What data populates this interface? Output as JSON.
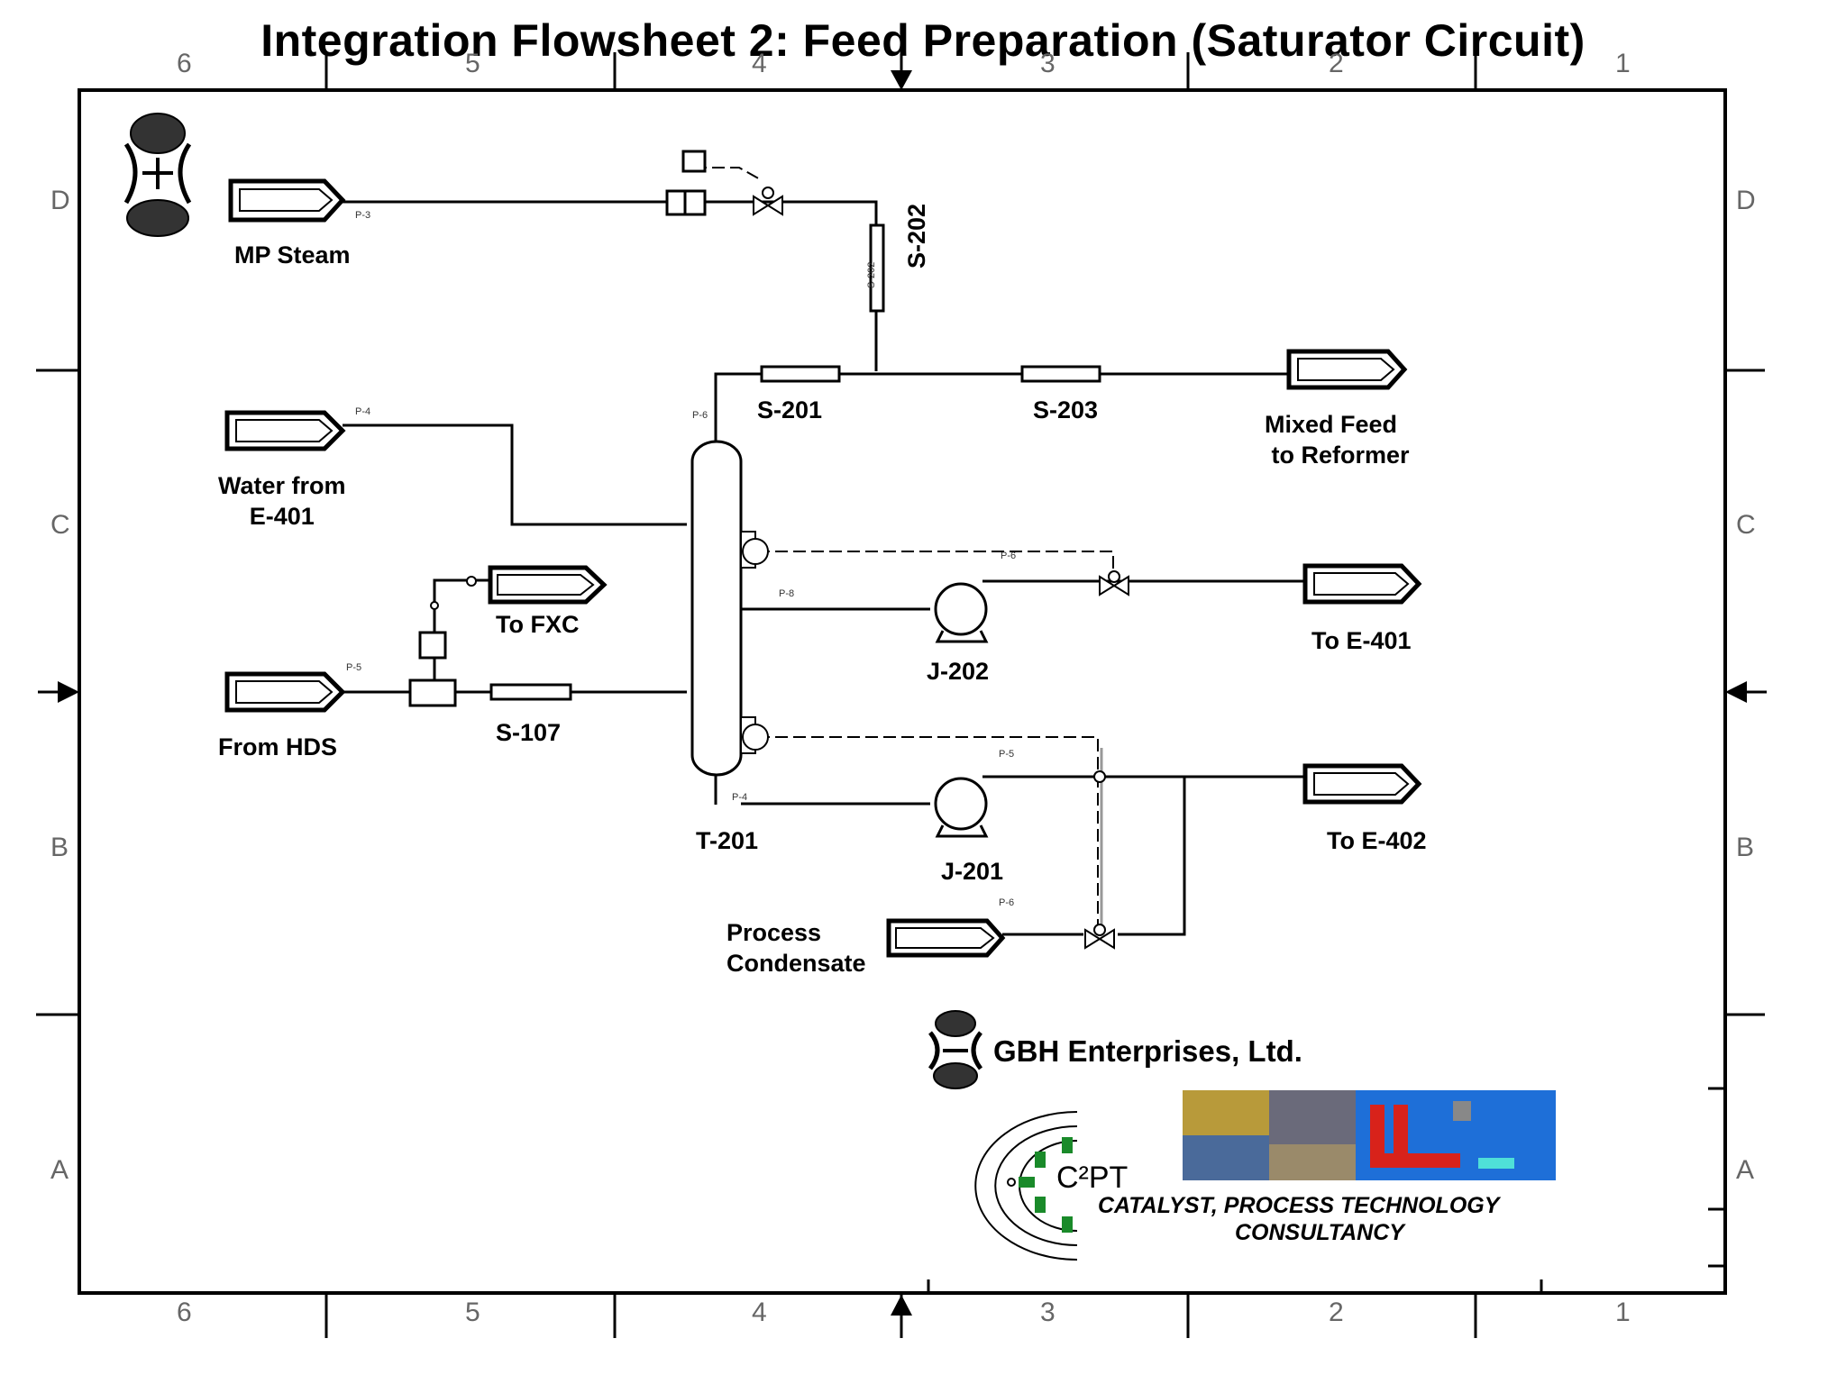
{
  "title": "Integration Flowsheet 2: Feed Preparation (Saturator Circuit)",
  "grid": {
    "columns": [
      "6",
      "5",
      "4",
      "3",
      "2",
      "1"
    ],
    "rows": [
      "D",
      "C",
      "B",
      "A"
    ]
  },
  "streams": {
    "mp_steam": "MP Steam",
    "water_from": "Water from\nE-401",
    "from_hds": "From HDS",
    "to_fxc": "To FXC",
    "mixed_feed": "Mixed Feed\n to Reformer",
    "to_e401": "To E-401",
    "to_e402": "To E-402",
    "process_condensate": "Process\nCondensate"
  },
  "equipment": {
    "s202": "S-202",
    "s201": "S-201",
    "s203": "S-203",
    "s107": "S-107",
    "t201": "T-201",
    "j202": "J-202",
    "j201": "J-201"
  },
  "branding": {
    "company": "GBH Enterprises, Ltd.",
    "c2pt": "C²PT",
    "consultancy_line1": "CATALYST, PROCESS TECHNOLOGY",
    "consultancy_line2": "CONSULTANCY"
  },
  "icons": [
    "gbh-logo-icon",
    "c2pt-logo-icon",
    "control-valve-icon",
    "flow-element-icon",
    "pump-icon",
    "offpage-connector-icon"
  ],
  "colors": {
    "line": "#000000",
    "frame": "#000000",
    "logo-green": "#1a8a2a",
    "photo-blue": "#1e6fd8",
    "photo-red": "#d8221a"
  }
}
